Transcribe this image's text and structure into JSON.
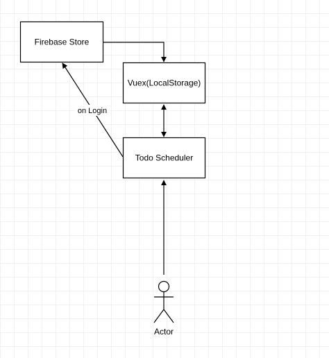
{
  "diagram": {
    "nodes": {
      "firebase_store": {
        "label": "Firebase Store"
      },
      "vuex": {
        "label": "Vuex(LocalStorage)"
      },
      "todo_scheduler": {
        "label": "Todo Scheduler"
      },
      "actor": {
        "label": "Actor"
      }
    },
    "edges": {
      "firebase_to_vuex": {
        "from": "Firebase Store",
        "to": "Vuex(LocalStorage)",
        "direction": "one-way"
      },
      "vuex_todo": {
        "from": "Vuex(LocalStorage)",
        "to": "Todo Scheduler",
        "direction": "two-way"
      },
      "todo_to_firebase": {
        "from": "Todo Scheduler",
        "to": "Firebase Store",
        "direction": "one-way",
        "label": "on Login"
      },
      "actor_to_todo": {
        "from": "Actor",
        "to": "Todo Scheduler",
        "direction": "one-way"
      }
    }
  },
  "colors": {
    "background": "#ffffff",
    "grid": "#e6e6e6",
    "stroke": "#000000"
  }
}
